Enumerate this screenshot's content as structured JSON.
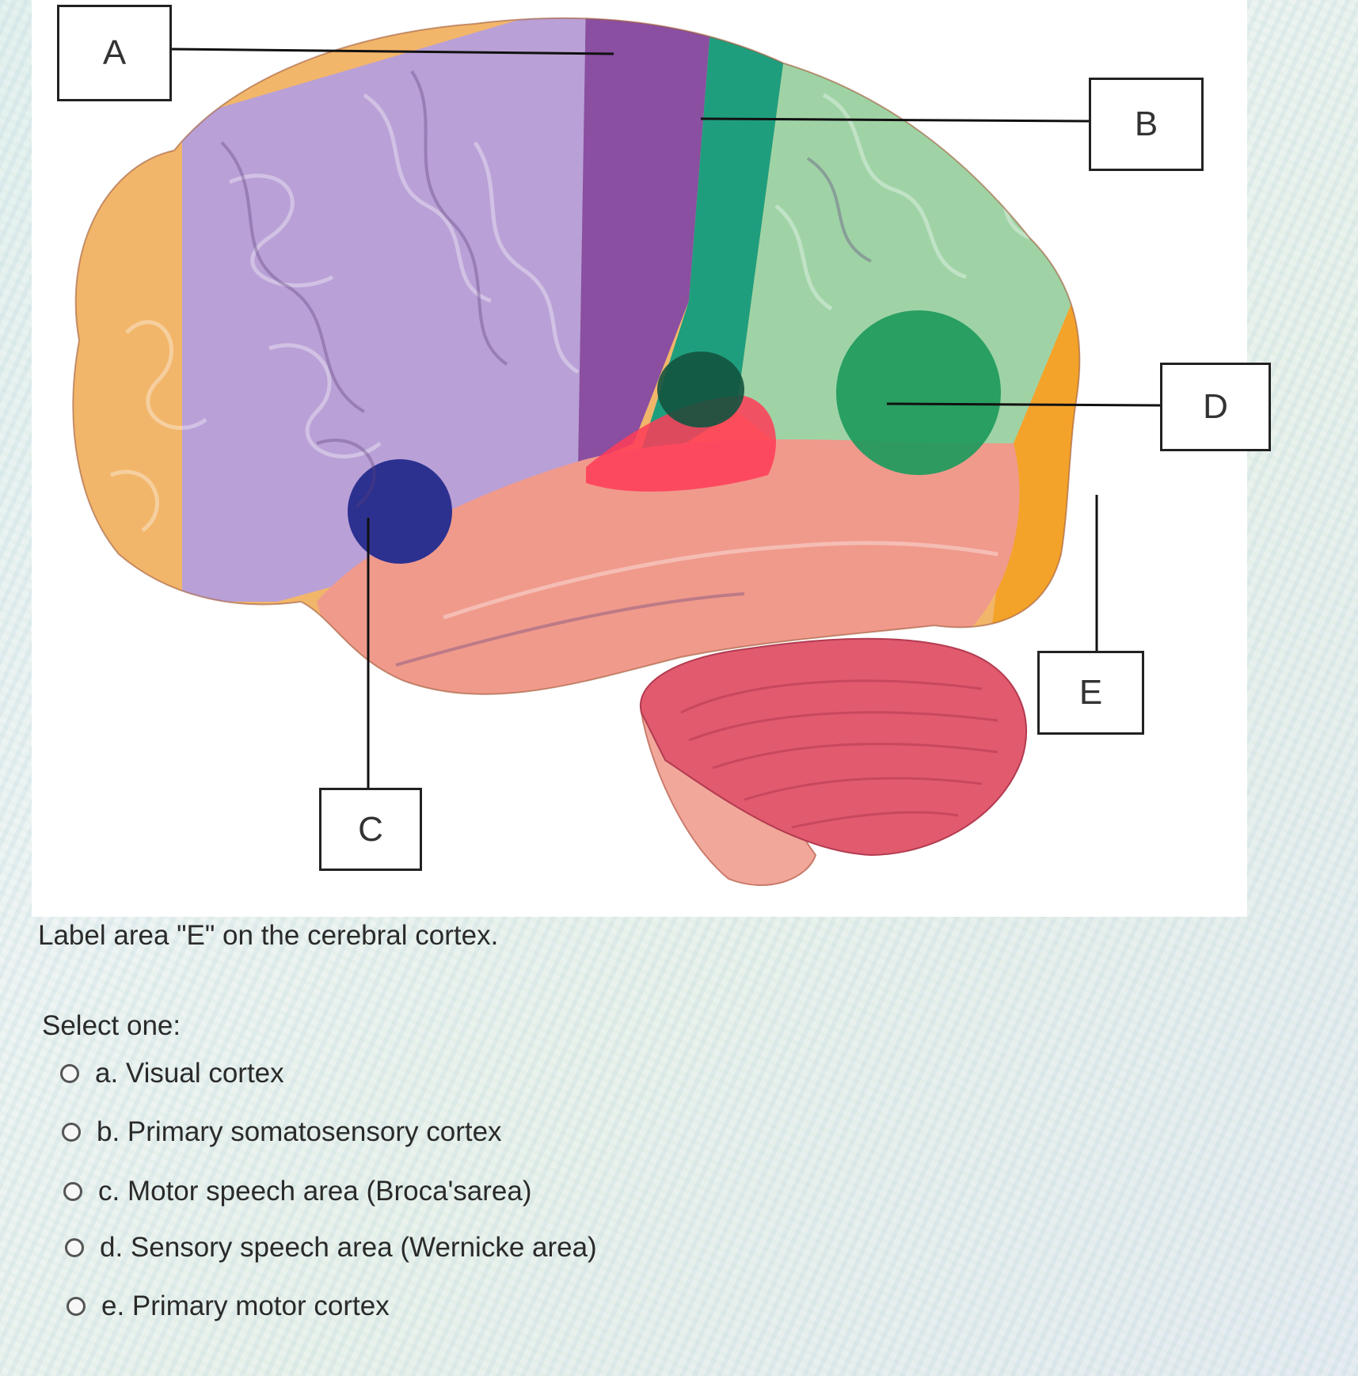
{
  "figure": {
    "labels": {
      "a": "A",
      "b": "B",
      "c": "C",
      "d": "D",
      "e": "E"
    }
  },
  "question": {
    "text": "Label area \"E\" on the cerebral cortex.",
    "select_prompt": "Select one:",
    "options": [
      {
        "letter": "a.",
        "label": "Visual cortex",
        "text": "a. Visual cortex"
      },
      {
        "letter": "b.",
        "label": "Primary somatosensory cortex",
        "text": "b. Primary somatosensory cortex"
      },
      {
        "letter": "c.",
        "label": "Motor speech area (Broca'sarea)",
        "text": "c. Motor speech area (Broca'sarea)"
      },
      {
        "letter": "d.",
        "label": "Sensory speech area (Wernicke area)",
        "text": "d. Sensory speech area (Wernicke area)"
      },
      {
        "letter": "e.",
        "label": "Primary motor cortex",
        "text": "e. Primary motor cortex"
      }
    ]
  },
  "colors": {
    "frontal": "#b9a0d6",
    "motor": "#8a4fa0",
    "somatosensory": "#1f9e7e",
    "parietal": "#9fd3a6",
    "wernicke": "#1e9a5c",
    "occipital": "#f4a32a",
    "visual": "#f3c340",
    "temporal": "#f09a8c",
    "auditory": "#ff3b57",
    "prefrontal": "#f2b66b",
    "broca": "#2c3190",
    "cerebellum": "#e15a6e",
    "brainstem": "#f1a89a"
  }
}
